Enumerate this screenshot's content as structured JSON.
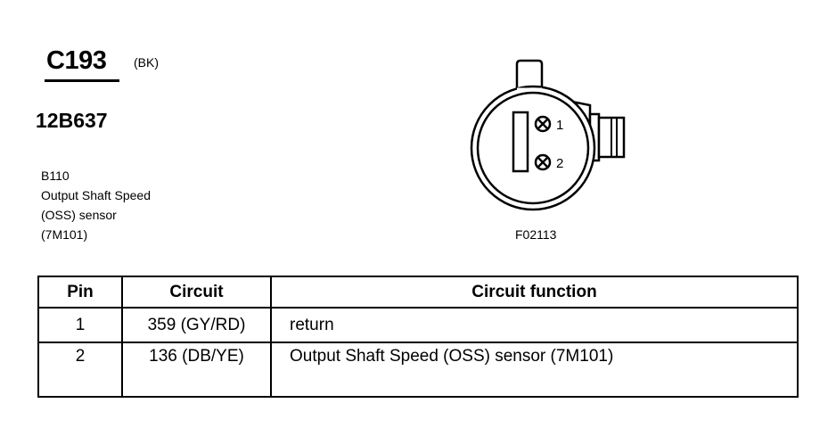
{
  "connector": {
    "id": "C193",
    "color": "(BK)",
    "part_number": "12B637"
  },
  "component": {
    "line1": "B110",
    "line2": "Output Shaft Speed",
    "line3": "(OSS) sensor",
    "line4": "(7M101)"
  },
  "diagram": {
    "pin_labels": [
      "1",
      "2"
    ],
    "figure_id": "F02113"
  },
  "table": {
    "headers": [
      "Pin",
      "Circuit",
      "Circuit function"
    ],
    "rows": [
      {
        "pin": "1",
        "circuit": "359 (GY/RD)",
        "function": "return"
      },
      {
        "pin": "2",
        "circuit": "136 (DB/YE)",
        "function": "Output Shaft Speed (OSS) sensor (7M101)"
      }
    ]
  }
}
